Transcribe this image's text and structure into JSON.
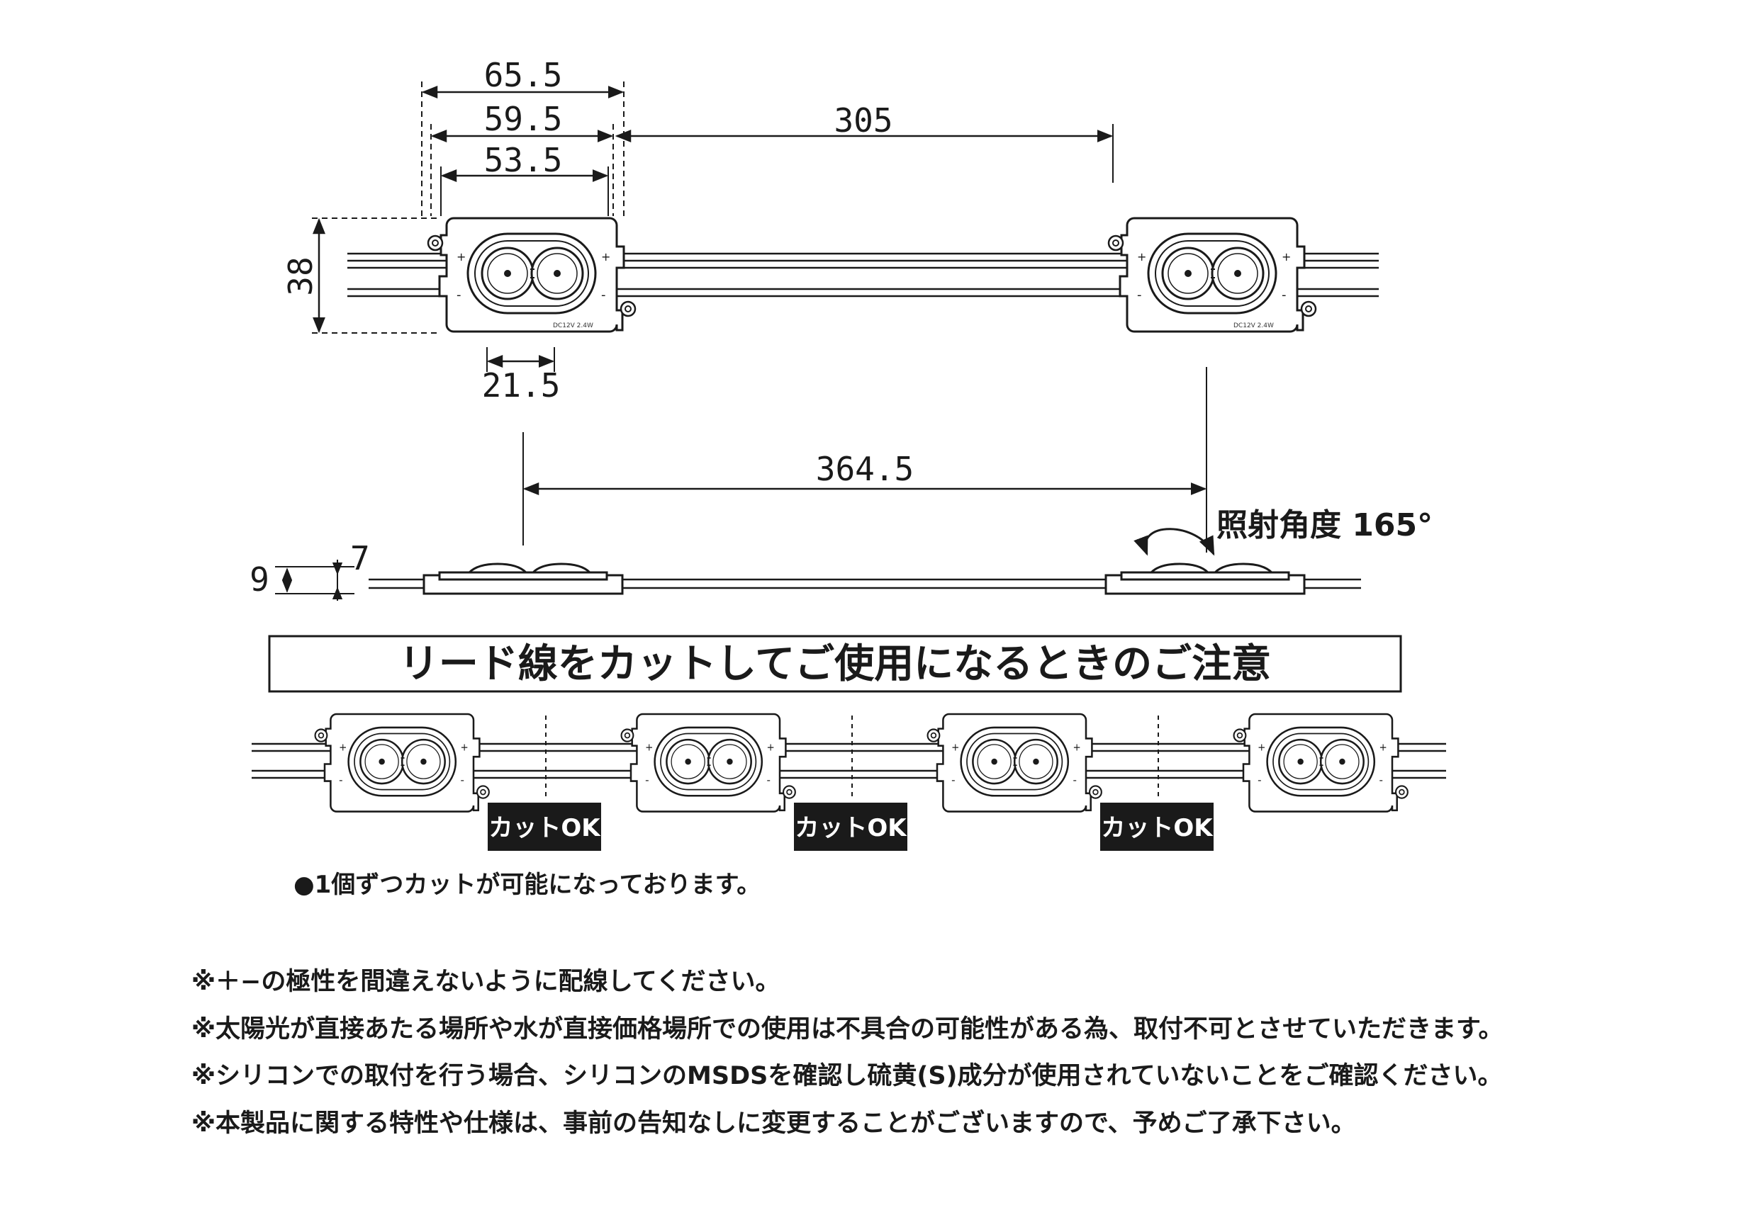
{
  "dimensions": {
    "d1": "65.5",
    "d2": "59.5",
    "d3": "53.5",
    "d4": "305",
    "height": "38",
    "led_pitch": "21.5",
    "total": "364.5",
    "side_outer": "9",
    "side_inner": "7"
  },
  "beam": {
    "label": "照射角度 165°"
  },
  "module_spec": "DC12V 2.4W",
  "cut_section": {
    "title": "リード線をカットしてご使用になるときのご注意",
    "cut_label": "カットOK",
    "caption": "●1個ずつカットが可能になっております。"
  },
  "notes": [
    "※＋−の極性を間違えないように配線してください。",
    "※太陽光が直接あたる場所や水が直接価格場所での使用は不具合の可能性がある為、取付不可とさせていただきます。",
    "※シリコンでの取付を行う場合、シリコンのMSDSを確認し硫黄(S)成分が使用されていないことをご確認ください。",
    "※本製品に関する特性や仕様は、事前の告知なしに変更することがございますので、予めご了承下さい。"
  ],
  "colors": {
    "line": "#1a1a1a",
    "label_bg": "#1a1a1a",
    "label_fg": "#ffffff"
  }
}
